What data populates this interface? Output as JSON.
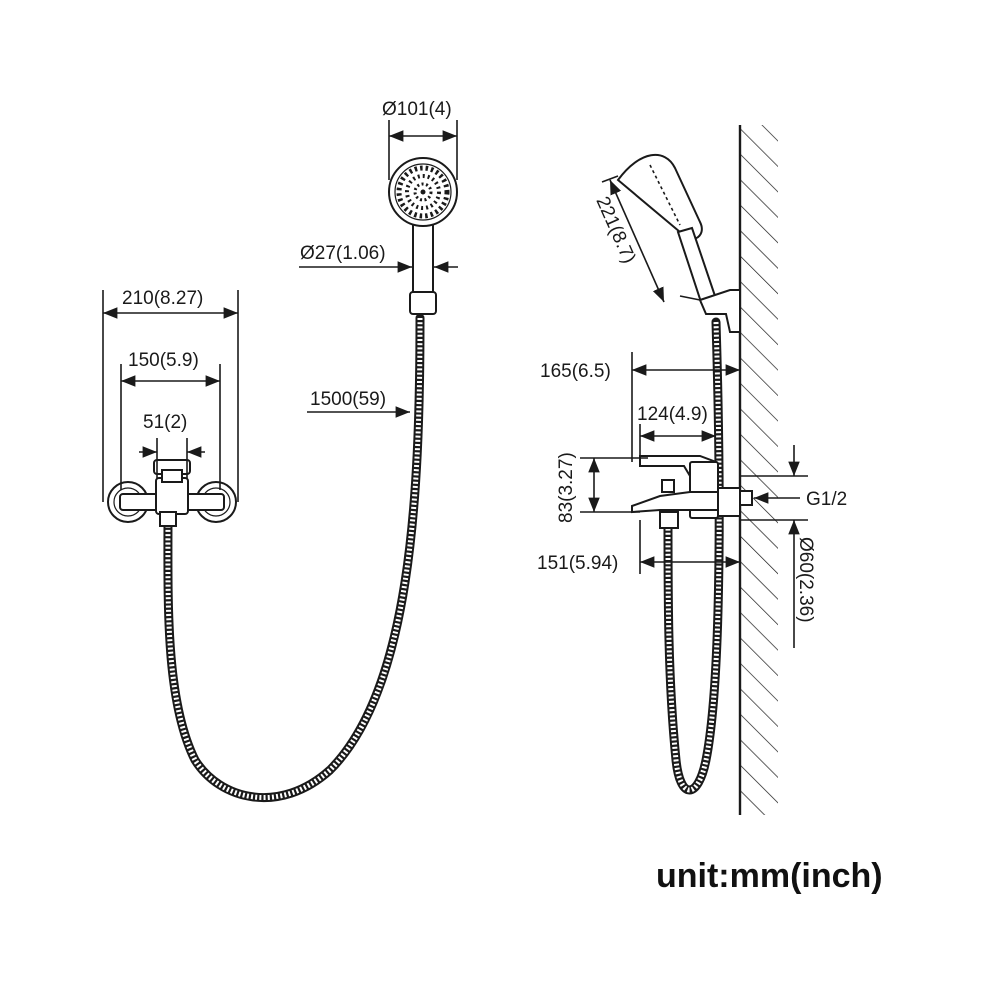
{
  "labels": {
    "head_diameter": "Ø101(4)",
    "handle_diameter": "Ø27(1.06)",
    "total_width": "210(8.27)",
    "center_distance": "150(5.9)",
    "spout_width": "51(2)",
    "hose_length": "1500(59)",
    "handshower_length": "221(8.7)",
    "depth_total": "165(6.5)",
    "depth_lever": "124(4.9)",
    "body_height": "83(3.27)",
    "spout_depth": "151(5.94)",
    "thread": "G1/2",
    "flange_diameter": "Ø60(2.36)",
    "unit": "unit:mm(inch)"
  },
  "colors": {
    "line": "#1a1a1a",
    "background": "#ffffff"
  }
}
